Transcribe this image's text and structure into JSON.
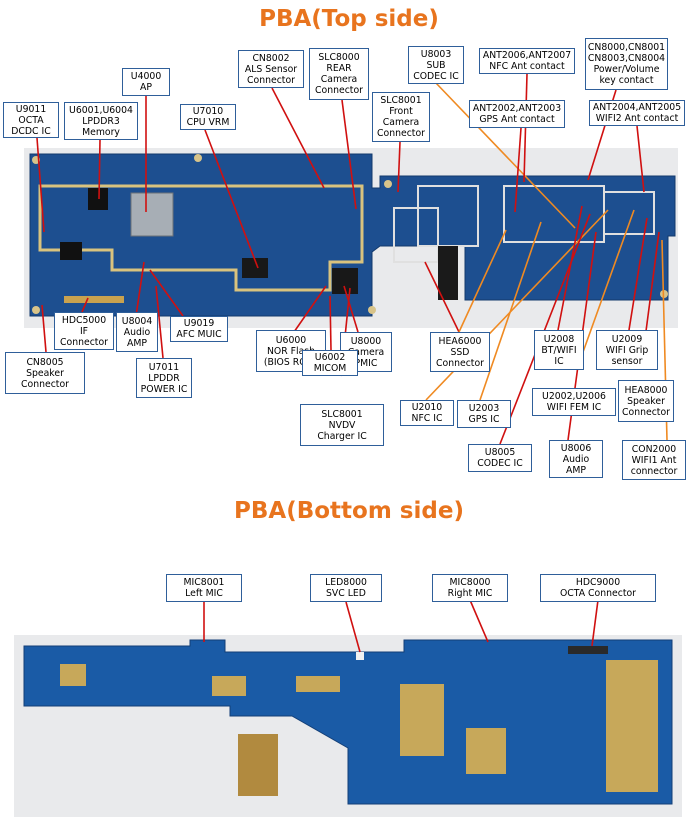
{
  "top_title": "PBA(Top side)",
  "bottom_title": "PBA(Bottom side)",
  "colors": {
    "title": "#e8741e",
    "board": "#1d4f90",
    "callout_red": "#d01010",
    "callout_orange": "#ef8a22",
    "box_border": "#2f5f9a"
  },
  "top_labels": {
    "u9011": "U9011\nOCTA\nDCDC IC",
    "u6001": "U6001,U6004\nLPDDR3\nMemory",
    "u4000": "U4000\nAP",
    "u7010": "U7010\nCPU VRM",
    "cn8002": "CN8002\nALS Sensor\nConnector",
    "slc8000": "SLC8000\nREAR\nCamera\nConnector",
    "slc8001_front": "SLC8001\nFront\nCamera\nConnector",
    "u8003": "U8003\nSUB\nCODEC IC",
    "ant2006": "ANT2006,ANT2007\nNFC Ant contact",
    "cn8000": "CN8000,CN8001\nCN8003,CN8004\nPower/Volume\nkey contact",
    "ant2002": "ANT2002,ANT2003\nGPS Ant contact",
    "ant2004": "ANT2004,ANT2005\nWIFI2 Ant contact",
    "hdc5000": "HDC5000\nIF\nConnector",
    "u8004": "U8004\nAudio\nAMP",
    "u9019": "U9019\nAFC MUIC",
    "cn8005": "CN8005\nSpeaker\nConnector",
    "u7011": "U7011\nLPDDR\nPOWER IC",
    "u6000": "U6000\nNOR Flash\n(BIOS ROM)",
    "u8000": "U8000\nCamera\nPMIC",
    "hea6000": "HEA6000\nSSD\nConnector",
    "u6002": "U6002\nMICOM",
    "slc8001_nvdv": "SLC8001\nNVDV\nCharger IC",
    "u2010": "U2010\nNFC IC",
    "u2003": "U2003\nGPS IC",
    "u8005": "U8005\nCODEC IC",
    "u2008": "U2008\nBT/WIFI\nIC",
    "u2009": "U2009\nWIFI Grip\nsensor",
    "u2002": "U2002,U2006\nWIFI FEM IC",
    "hea8000": "HEA8000\nSpeaker\nConnector",
    "u8006": "U8006\nAudio\nAMP",
    "con2000": "CON2000\nWIFI1 Ant\nconnector"
  },
  "bottom_labels": {
    "mic8001": "MIC8001\nLeft MIC",
    "led8000": "LED8000\nSVC LED",
    "mic8000": "MIC8000\nRight MIC",
    "hdc9000": "HDC9000\nOCTA Connector"
  }
}
